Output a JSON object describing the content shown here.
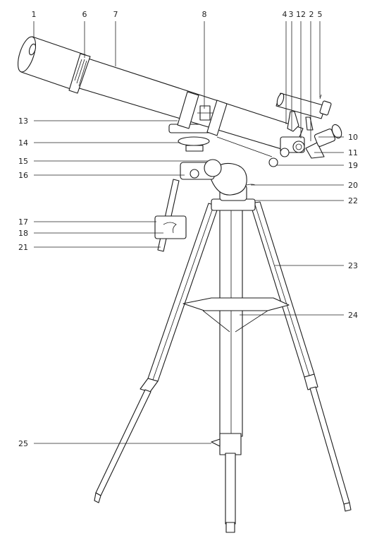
{
  "callouts": [
    {
      "id": "c1",
      "text": "1"
    },
    {
      "id": "c6",
      "text": "6"
    },
    {
      "id": "c7",
      "text": "7"
    },
    {
      "id": "c8",
      "text": "8"
    },
    {
      "id": "c4",
      "text": "4"
    },
    {
      "id": "c3",
      "text": "3"
    },
    {
      "id": "c12",
      "text": "12"
    },
    {
      "id": "c2",
      "text": "2"
    },
    {
      "id": "c5",
      "text": "5"
    },
    {
      "id": "c13",
      "text": "13"
    },
    {
      "id": "c10",
      "text": "10"
    },
    {
      "id": "c14",
      "text": "14"
    },
    {
      "id": "c11",
      "text": "11"
    },
    {
      "id": "c15",
      "text": "15"
    },
    {
      "id": "c19",
      "text": "19"
    },
    {
      "id": "c16",
      "text": "16"
    },
    {
      "id": "c20",
      "text": "20"
    },
    {
      "id": "c22",
      "text": "22"
    },
    {
      "id": "c17",
      "text": "17"
    },
    {
      "id": "c18",
      "text": "18"
    },
    {
      "id": "c21",
      "text": "21"
    },
    {
      "id": "c23",
      "text": "23"
    },
    {
      "id": "c24",
      "text": "24"
    },
    {
      "id": "c25",
      "text": "25"
    }
  ]
}
